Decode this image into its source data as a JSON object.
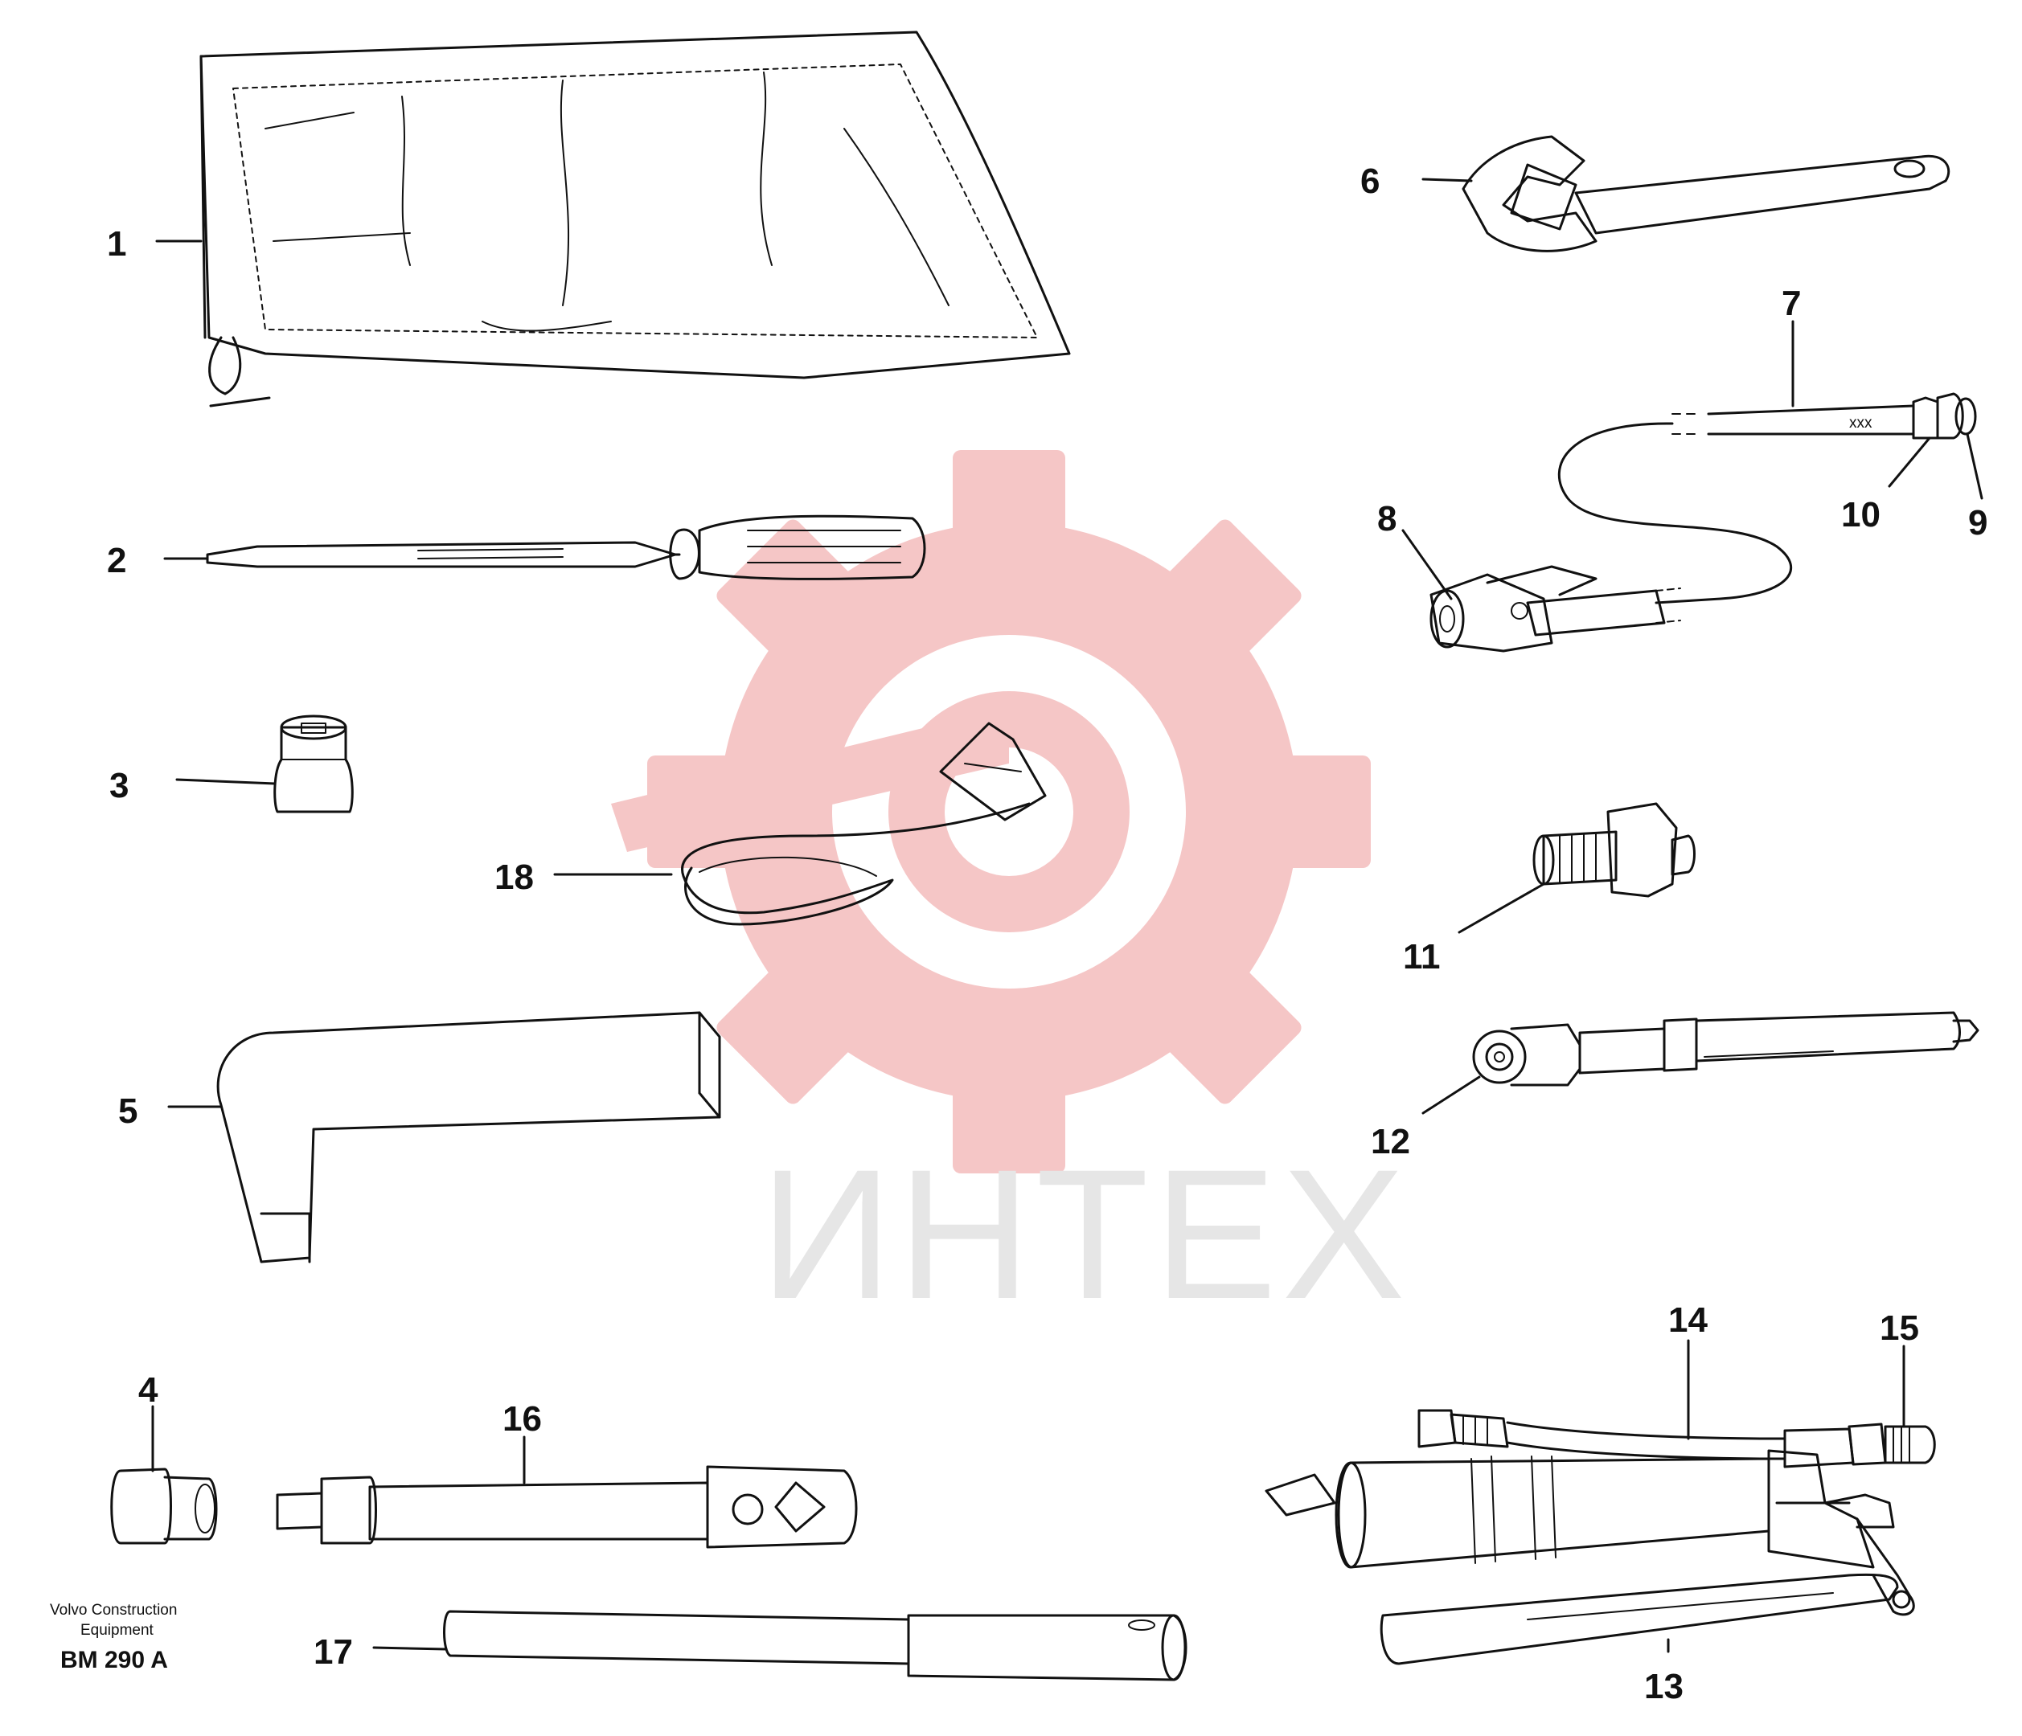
{
  "watermark": {
    "text": "ИНТЕХ",
    "logo_color": "#f5c6c6",
    "text_color": "#e6e6e6"
  },
  "footer": {
    "manufacturer_line1": "Volvo Construction",
    "manufacturer_line2": "Equipment",
    "drawing_code": "BM 290 A"
  },
  "labels": {
    "l1": "1",
    "l2": "2",
    "l3": "3",
    "l4": "4",
    "l5": "5",
    "l6": "6",
    "l7": "7",
    "l8": "8",
    "l9": "9",
    "l10": "10",
    "l11": "11",
    "l12": "12",
    "l13": "13",
    "l14": "14",
    "l15": "15",
    "l16": "16",
    "l17": "17",
    "l18": "18"
  },
  "marks": {
    "hose_marking": "xxx"
  }
}
